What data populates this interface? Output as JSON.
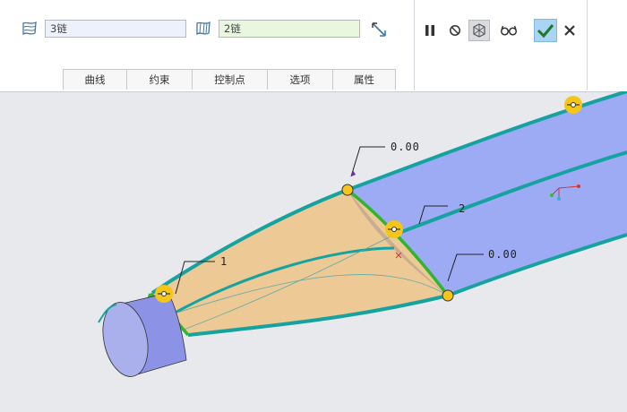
{
  "fields": {
    "first_chain": "3链",
    "second_chain": "2链"
  },
  "tabs": [
    "曲线",
    "约束",
    "控制点",
    "选项",
    "属性"
  ],
  "toolbar": {
    "icons": [
      "surface-icon",
      "swap-direction-icon",
      "pause-icon",
      "no-preview-icon",
      "verify-mode-icon",
      "glasses-preview-icon",
      "confirm-check-icon",
      "cancel-x-icon"
    ]
  },
  "viewport": {
    "dimensions": {
      "top_left": "0.00",
      "right": "0.00",
      "label_1": "1",
      "label_2": "2"
    },
    "colors": {
      "blue_surface": "#9dabf5",
      "tan_surface": "#edc995",
      "teal_edge": "#16a3a0",
      "green_chain": "#2fb52f",
      "handle_yellow": "#f5c518"
    }
  }
}
